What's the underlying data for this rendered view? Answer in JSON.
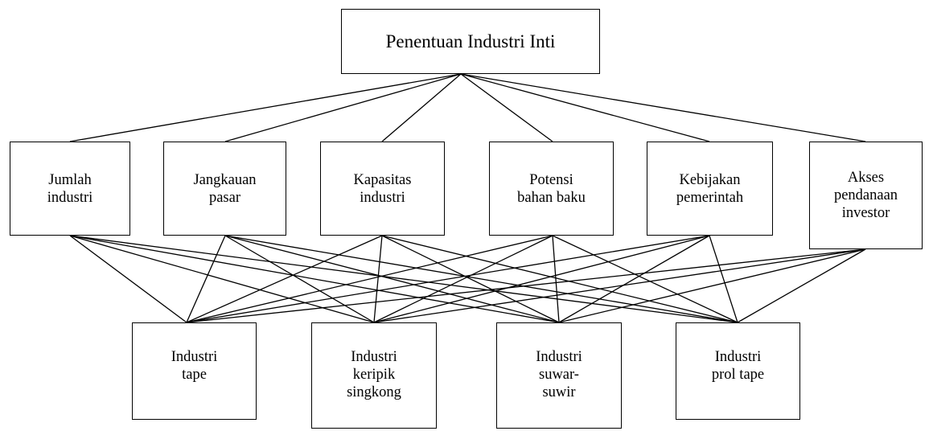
{
  "goal": {
    "label": "Penentuan Industri Inti"
  },
  "criteria": [
    {
      "lines": [
        "Jumlah",
        "industri"
      ]
    },
    {
      "lines": [
        "Jangkauan",
        "pasar"
      ]
    },
    {
      "lines": [
        "Kapasitas",
        "industri"
      ]
    },
    {
      "lines": [
        "Potensi",
        "bahan baku"
      ]
    },
    {
      "lines": [
        "Kebijakan",
        "pemerintah"
      ]
    },
    {
      "lines": [
        "Akses",
        "pendanaan",
        "investor"
      ]
    }
  ],
  "alternatives": [
    {
      "lines": [
        "Industri",
        "tape"
      ]
    },
    {
      "lines": [
        "Industri",
        "keripik",
        "singkong"
      ]
    },
    {
      "lines": [
        "Industri",
        "suwar-",
        "suwir"
      ]
    },
    {
      "lines": [
        "Industri",
        "prol tape"
      ]
    }
  ]
}
